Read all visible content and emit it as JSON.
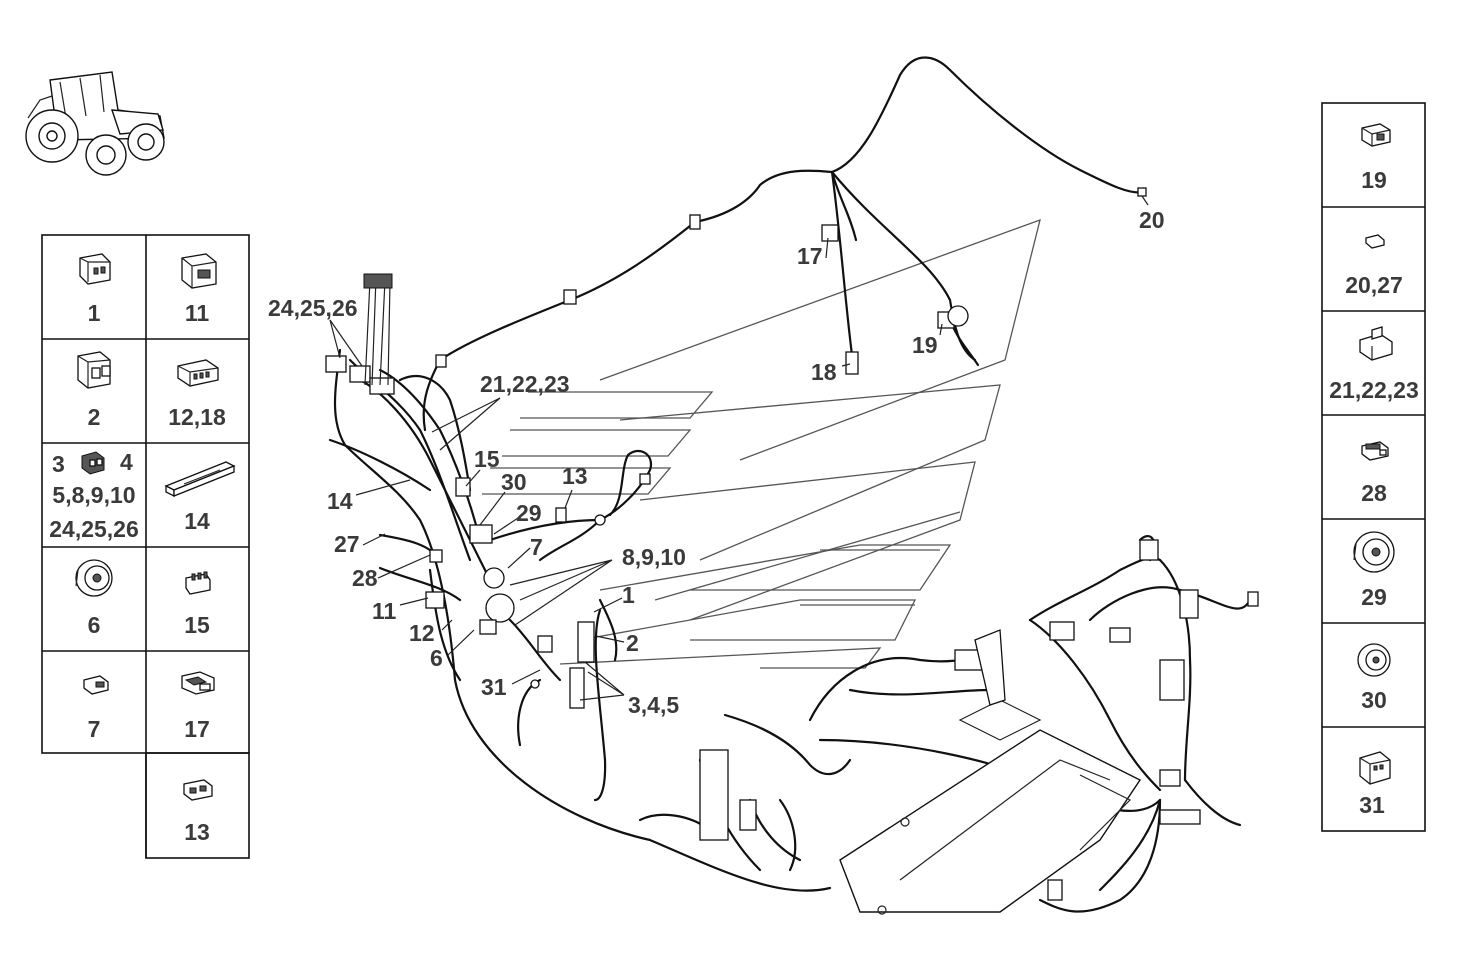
{
  "left_legend": [
    {
      "id": "cell-1",
      "label": "1",
      "icon": "connector-socket-icon"
    },
    {
      "id": "cell-11",
      "label": "11",
      "icon": "connector-block-icon"
    },
    {
      "id": "cell-2",
      "label": "2",
      "icon": "connector-plug-icon"
    },
    {
      "id": "cell-12-18",
      "label": "12,18",
      "icon": "connector-multipin-icon"
    },
    {
      "id": "cell-3-4",
      "label_top_left": "3",
      "label_top_right": "4",
      "label_mid": "5,8,9,10",
      "label_bottom": "24,25,26",
      "icon": "small-connector-icon"
    },
    {
      "id": "cell-14",
      "label": "14",
      "icon": "fuse-strip-icon"
    },
    {
      "id": "cell-6",
      "label": "6",
      "icon": "round-connector-icon"
    },
    {
      "id": "cell-15",
      "label": "15",
      "icon": "three-pin-connector-icon"
    },
    {
      "id": "cell-7",
      "label": "7",
      "icon": "flat-connector-icon"
    },
    {
      "id": "cell-17",
      "label": "17",
      "icon": "angled-connector-icon"
    },
    {
      "id": "cell-13",
      "label": "13",
      "icon": "inline-connector-icon"
    }
  ],
  "right_legend": [
    {
      "id": "cell-19",
      "label": "19",
      "icon": "box-connector-icon"
    },
    {
      "id": "cell-20-27",
      "label": "20,27",
      "icon": "tiny-connector-icon"
    },
    {
      "id": "cell-21-22-23",
      "label": "21,22,23",
      "icon": "hooded-connector-icon"
    },
    {
      "id": "cell-28",
      "label": "28",
      "icon": "clip-connector-icon"
    },
    {
      "id": "cell-29",
      "label": "29",
      "icon": "round-connector-icon"
    },
    {
      "id": "cell-30",
      "label": "30",
      "icon": "round-connector-small-icon"
    },
    {
      "id": "cell-31",
      "label": "31",
      "icon": "square-connector-icon"
    }
  ],
  "callouts": [
    {
      "id": "c-24-25-26",
      "text": "24,25,26"
    },
    {
      "id": "c-21-22-23",
      "text": "21,22,23"
    },
    {
      "id": "c-15",
      "text": "15"
    },
    {
      "id": "c-30",
      "text": "30"
    },
    {
      "id": "c-13",
      "text": "13"
    },
    {
      "id": "c-29",
      "text": "29"
    },
    {
      "id": "c-14",
      "text": "14"
    },
    {
      "id": "c-27",
      "text": "27"
    },
    {
      "id": "c-7",
      "text": "7"
    },
    {
      "id": "c-8-9-10",
      "text": "8,9,10"
    },
    {
      "id": "c-28",
      "text": "28"
    },
    {
      "id": "c-1",
      "text": "1"
    },
    {
      "id": "c-11",
      "text": "11"
    },
    {
      "id": "c-2",
      "text": "2"
    },
    {
      "id": "c-12",
      "text": "12"
    },
    {
      "id": "c-6",
      "text": "6"
    },
    {
      "id": "c-31",
      "text": "31"
    },
    {
      "id": "c-3-4-5",
      "text": "3,4,5"
    },
    {
      "id": "c-17",
      "text": "17"
    },
    {
      "id": "c-18",
      "text": "18"
    },
    {
      "id": "c-19",
      "text": "19"
    },
    {
      "id": "c-20",
      "text": "20"
    }
  ]
}
